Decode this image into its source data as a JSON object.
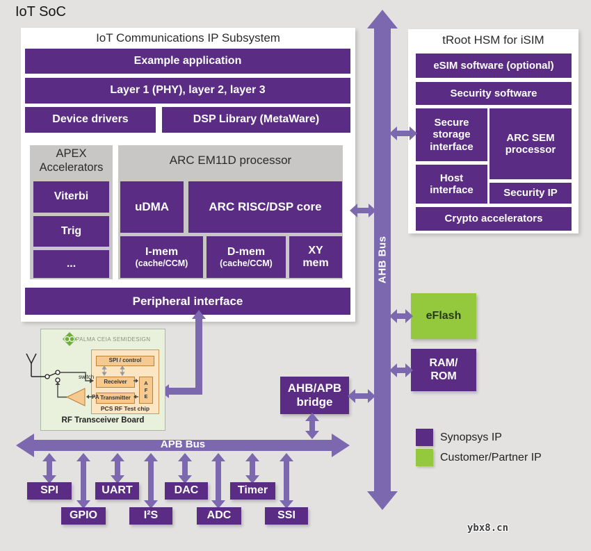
{
  "page": {
    "title": "IoT SoC",
    "watermark": "ybx8.cn"
  },
  "colors": {
    "synopsys_purple": "#5a2c83",
    "bus_purple": "#7b68ae",
    "partner_green": "#94c83d"
  },
  "subsystem": {
    "title": "IoT Communications IP Subsystem",
    "example_application": "Example application",
    "layers": "Layer 1 (PHY), layer 2, layer 3",
    "device_drivers": "Device drivers",
    "dsp_library": "DSP Library (MetaWare)",
    "peripheral_interface": "Peripheral interface",
    "apex": {
      "title": "APEX Accelerators",
      "items": [
        "Viterbi",
        "Trig",
        "..."
      ]
    },
    "arc": {
      "title": "ARC EM11D processor",
      "udma": "uDMA",
      "core": "ARC RISC/DSP core",
      "imem": "I-mem",
      "imem_sub": "(cache/CCM)",
      "dmem": "D-mem",
      "dmem_sub": "(cache/CCM)",
      "xy_mem": "XY\nmem"
    }
  },
  "troot": {
    "title": "tRoot HSM for iSIM",
    "esim_software": "eSIM software (optional)",
    "security_software": "Security software",
    "secure_storage": "Secure\nstorage\ninterface",
    "arc_sem": "ARC SEM\nprocessor",
    "host_interface": "Host\ninterface",
    "security_ip": "Security IP",
    "crypto_accelerators": "Crypto accelerators"
  },
  "buses": {
    "ahb_label": "AHB Bus",
    "apb_label": "APB Bus"
  },
  "bridge": {
    "label": "AHB/APB\nbridge"
  },
  "memory": {
    "eflash": "eFlash",
    "ram_rom": "RAM/\nROM"
  },
  "peripherals": {
    "row1": [
      "SPI",
      "UART",
      "DAC",
      "Timer"
    ],
    "row2": [
      "GPIO",
      "I²S",
      "ADC",
      "SSI"
    ]
  },
  "rf_board": {
    "vendor": "PALMA CEIA SEMIDESIGN",
    "spi_control": "SPI / control",
    "receiver": "Receiver",
    "transmitter": "Transmitter",
    "afe": "A\nF\nE",
    "pa": "PA",
    "switch": "switch",
    "chip_label": "PCS RF Test chip",
    "board_label": "RF Transceiver Board"
  },
  "legend": {
    "items": [
      {
        "label": "Synopsys IP",
        "color": "#5a2c83"
      },
      {
        "label": "Customer/Partner IP",
        "color": "#94c83d"
      }
    ]
  }
}
